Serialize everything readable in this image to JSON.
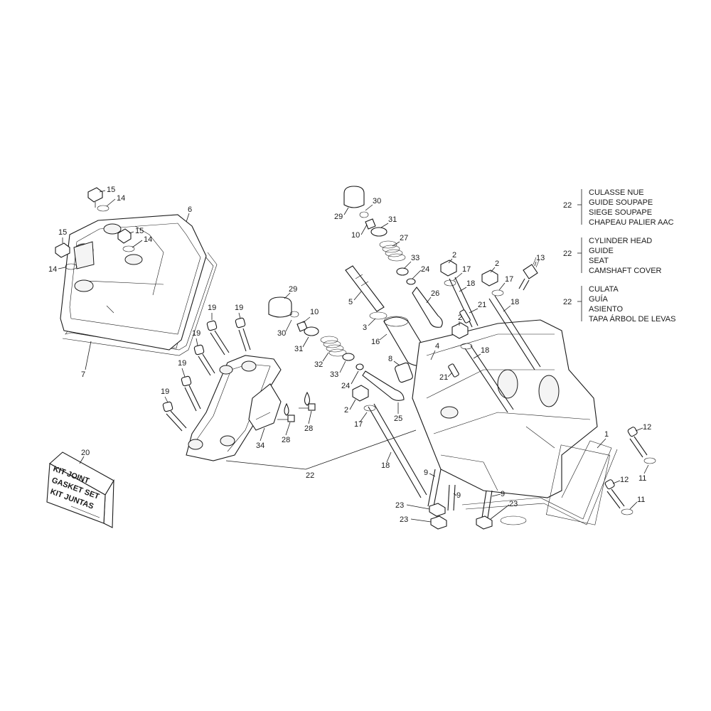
{
  "diagram": {
    "callouts": [
      "1",
      "2",
      "2",
      "2",
      "2",
      "3",
      "4",
      "5",
      "6",
      "7",
      "8",
      "9",
      "9",
      "9",
      "10",
      "10",
      "11",
      "11",
      "12",
      "12",
      "13",
      "14",
      "14",
      "14",
      "15",
      "15",
      "15",
      "16",
      "17",
      "17",
      "17",
      "18",
      "18",
      "18",
      "18",
      "19",
      "19",
      "19",
      "19",
      "19",
      "20",
      "21",
      "21",
      "22",
      "23",
      "23",
      "23",
      "24",
      "24",
      "25",
      "26",
      "27",
      "28",
      "28",
      "29",
      "29",
      "30",
      "30",
      "31",
      "31",
      "32",
      "33",
      "33",
      "34"
    ],
    "legend": [
      {
        "number": "22",
        "lines": [
          "CULASSE NUE",
          "GUIDE SOUPAPE",
          "SIEGE SOUPAPE",
          "CHAPEAU PALIER AAC"
        ]
      },
      {
        "number": "22",
        "lines": [
          "CYLINDER HEAD",
          "GUIDE",
          "SEAT",
          "CAMSHAFT COVER"
        ]
      },
      {
        "number": "22",
        "lines": [
          "CULATA",
          "GUÍA",
          "ASIENTO",
          "TAPA ÁRBOL DE LEVAS"
        ]
      }
    ],
    "kit_box": {
      "lines": [
        "KIT JOINT",
        "GASKET SET",
        "KIT JUNTAS"
      ]
    }
  }
}
